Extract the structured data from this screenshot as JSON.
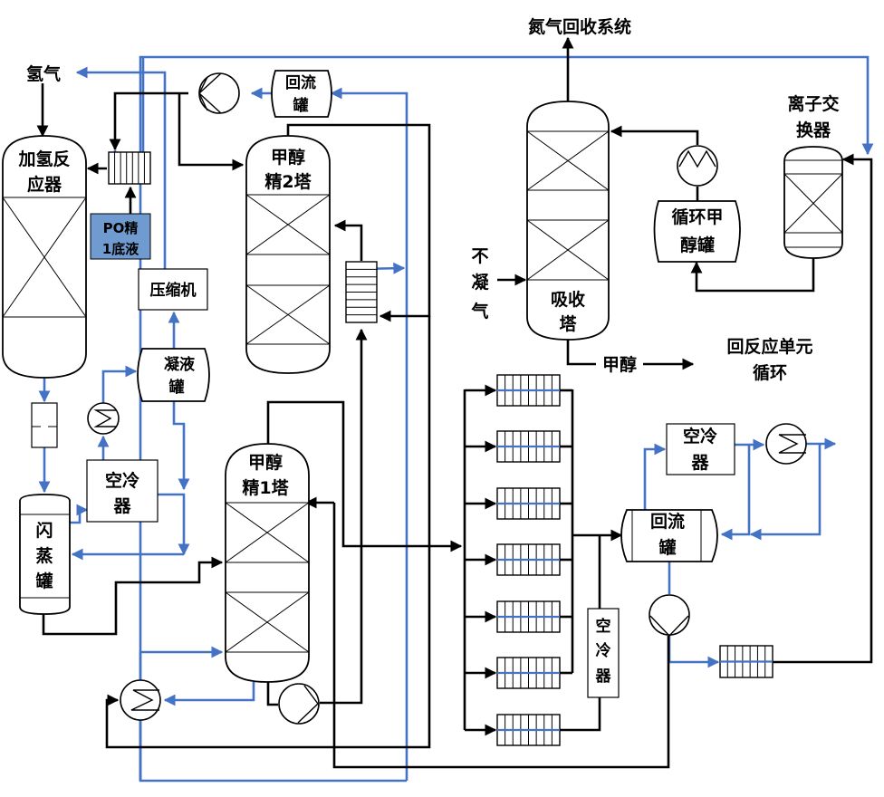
{
  "colors": {
    "process_line": "#000000",
    "cooling_line": "#4472c4",
    "feed_box_fill": "#6f9bd1"
  },
  "labels": {
    "hydrogen": "氢气",
    "nitrogen_recovery": "氮气回收系统",
    "noncondensable_gas": [
      "不",
      "凝",
      "气"
    ],
    "methanol": "甲醇",
    "back_to_reaction": [
      "回反应单元",
      "循环"
    ]
  },
  "equipment": {
    "hydrogenation_reactor": [
      "加氢反",
      "应器"
    ],
    "po_feed": [
      "PO精",
      "1底液"
    ],
    "compressor": "压缩机",
    "condensate_tank": [
      "凝液",
      "罐"
    ],
    "air_cooler_left": [
      "空冷",
      "器"
    ],
    "flash_tank": [
      "闪",
      "蒸",
      "罐"
    ],
    "reflux_tank_top": [
      "回流",
      "罐"
    ],
    "methanol_column_2": [
      "甲醇",
      "精2塔"
    ],
    "methanol_column_1": [
      "甲醇",
      "精1塔"
    ],
    "absorber": [
      "吸收",
      "塔"
    ],
    "circulating_methanol_tank": [
      "循环甲",
      "醇罐"
    ],
    "ion_exchanger": [
      "离子交",
      "换器"
    ],
    "air_cooler_right": [
      "空冷",
      "器"
    ],
    "reflux_tank_right": [
      "回流",
      "罐"
    ],
    "air_cooler_vertical": [
      "空",
      "冷",
      "器"
    ]
  },
  "icons": {
    "pump": "centrifugal-pump-icon",
    "heat_exchanger": "heat-exchanger-icon",
    "plate_exchanger": "plate-heat-exchanger-icon",
    "filter": "filter-icon"
  }
}
